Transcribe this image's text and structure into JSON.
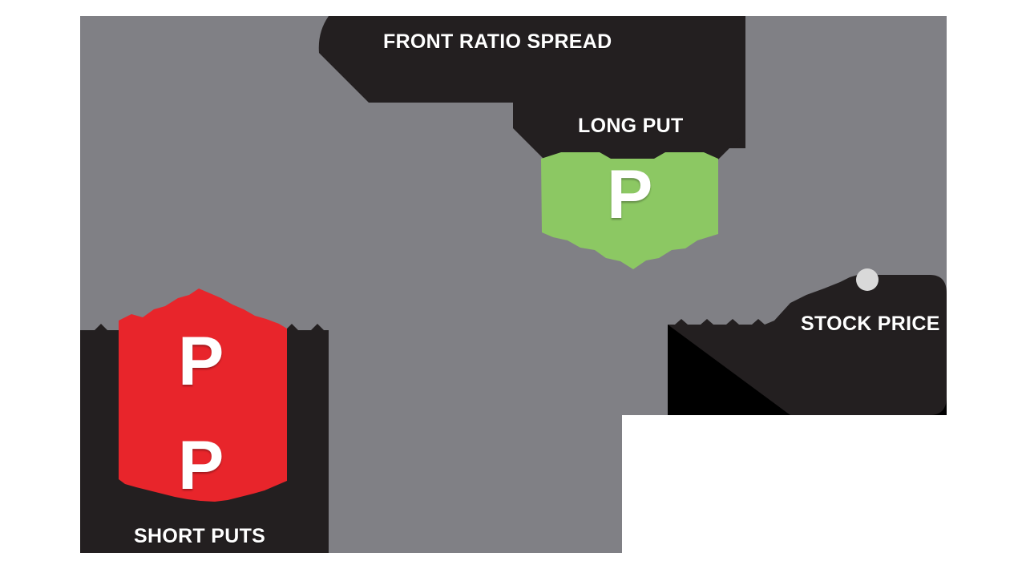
{
  "diagram": {
    "title": "Front Ratio Spread",
    "type": "options-strategy-payoff",
    "labels": {
      "strategy": "FRONT RATIO SPREAD",
      "long_put": "LONG PUT",
      "stock_price": "STOCK PRICE",
      "short_puts": "SHORT PUTS"
    },
    "badges": [
      {
        "name": "long-put-badge",
        "letter": "P",
        "color": "#8CC863",
        "count": 1
      },
      {
        "name": "short-put-badge-1",
        "letter": "P",
        "color": "#E8252B",
        "count": 1
      },
      {
        "name": "short-put-badge-2",
        "letter": "P",
        "color": "#E8252B",
        "count": 1
      }
    ],
    "marker": {
      "name": "stock-price-marker",
      "shape": "circle",
      "color": "#D9D9D9"
    },
    "colors": {
      "background": "#FFFFFF",
      "gray_field": "#808085",
      "dark_panel": "#231F20",
      "black_panel": "#000000",
      "green": "#8CC863",
      "red": "#E8252B",
      "marker": "#D9D9D9",
      "text": "#FFFFFF"
    }
  }
}
